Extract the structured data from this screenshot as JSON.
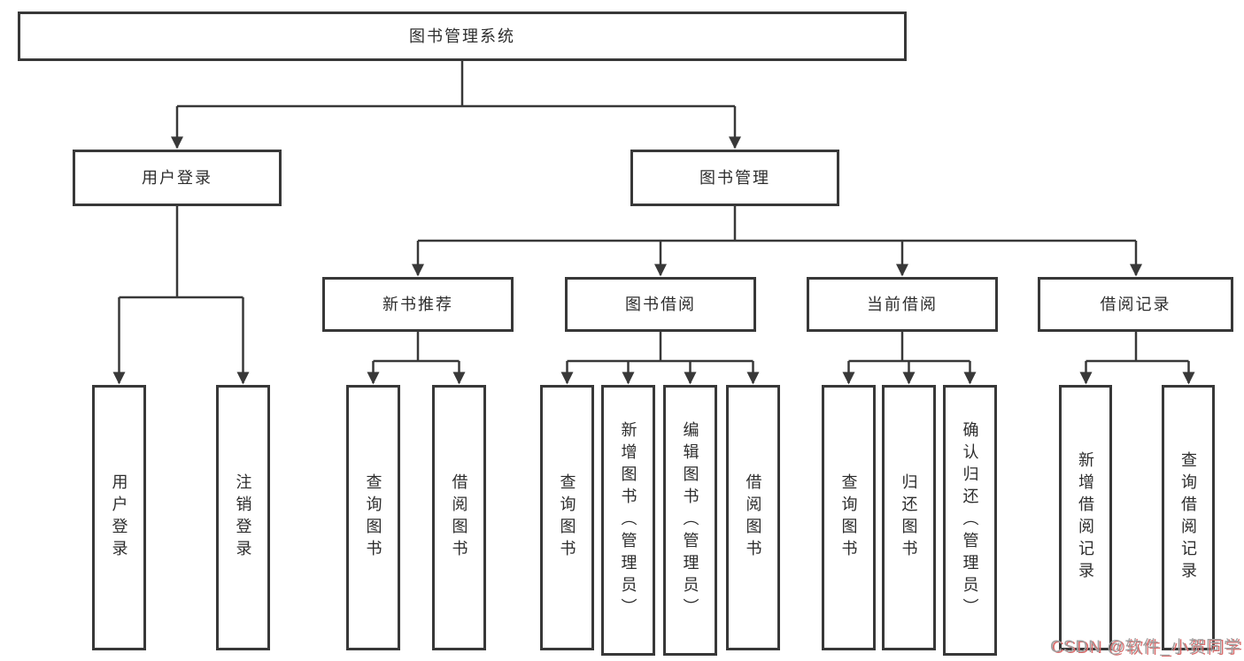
{
  "colors": {
    "background": "#ffffff",
    "line": "#383838",
    "box_border": "#383838",
    "box_fill": "#ffffff",
    "text": "#2d2d2d",
    "watermark_text": "#a0a0a0",
    "watermark_shadow": "#d96c6c"
  },
  "tree": {
    "root": {
      "label": "图书管理系统"
    },
    "branches": [
      {
        "label": "用户登录",
        "children": [
          {
            "label": "用户登录"
          },
          {
            "label": "注销登录"
          }
        ]
      },
      {
        "label": "图书管理",
        "children": [
          {
            "label": "新书推荐",
            "children": [
              {
                "label": "查询图书"
              },
              {
                "label": "借阅图书"
              }
            ]
          },
          {
            "label": "图书借阅",
            "children": [
              {
                "label": "查询图书"
              },
              {
                "label": "新增图书（管理员）"
              },
              {
                "label": "编辑图书（管理员）"
              },
              {
                "label": "借阅图书"
              }
            ]
          },
          {
            "label": "当前借阅",
            "children": [
              {
                "label": "查询图书"
              },
              {
                "label": "归还图书"
              },
              {
                "label": "确认归还（管理员）"
              }
            ]
          },
          {
            "label": "借阅记录",
            "children": [
              {
                "label": "新增借阅记录"
              },
              {
                "label": "查询借阅记录"
              }
            ]
          }
        ]
      }
    ]
  },
  "watermark": {
    "text": "CSDN @软件_小贺同学"
  }
}
